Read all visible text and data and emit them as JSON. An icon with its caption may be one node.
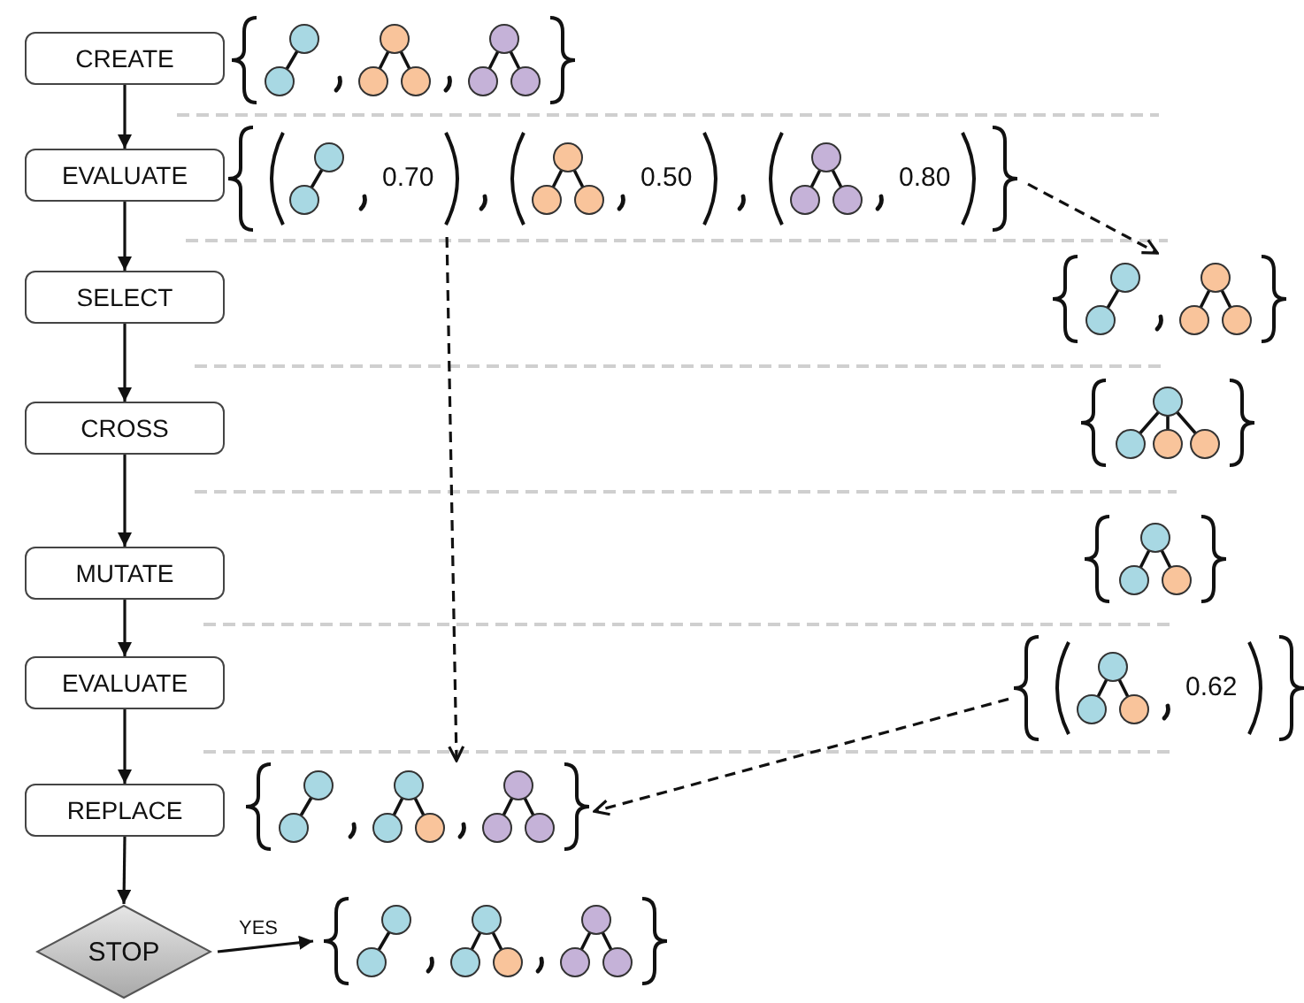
{
  "diagram": {
    "nodes": [
      {
        "text": [
          "CREATE"
        ]
      },
      {
        "text": [
          "EVALUATE"
        ]
      },
      {
        "text": [
          "SELECT"
        ]
      },
      {
        "text": [
          "CROSS"
        ]
      },
      {
        "text": [
          "MUTATE"
        ]
      },
      {
        "text": [
          "EVALUATE"
        ]
      },
      {
        "text": [
          "REPLACE"
        ]
      },
      {
        "text": [
          "STOP"
        ]
      },
      {
        "text": [],
        "shape": "tree"
      },
      {
        "text": [
          "0.70",
          "0.50",
          "0.80"
        ]
      },
      {
        "text": [],
        "shape": "tree"
      },
      {
        "text": [],
        "shape": "tree"
      },
      {
        "text": [],
        "shape": "tree"
      },
      {
        "text": [
          "0.62"
        ]
      },
      {
        "text": [],
        "shape": "tree"
      },
      {
        "text": [],
        "shape": "tree"
      }
    ],
    "edges": [
      {
        "from": 0,
        "to": 1,
        "arrow": "to"
      },
      {
        "from": 1,
        "to": 2,
        "arrow": "to"
      },
      {
        "from": 2,
        "to": 3,
        "arrow": "to"
      },
      {
        "from": 3,
        "to": 4,
        "arrow": "to"
      },
      {
        "from": 4,
        "to": 5,
        "arrow": "to"
      },
      {
        "from": 5,
        "to": 6,
        "arrow": "to"
      },
      {
        "from": 6,
        "to": 7,
        "arrow": "to"
      },
      {
        "from": 7,
        "to": 15,
        "arrow": "to",
        "label": "YES"
      },
      {
        "from": 9,
        "to": 10,
        "arrow": "to",
        "style": "dashed"
      },
      {
        "from": 9,
        "to": 14,
        "arrow": "to",
        "style": "dashed"
      },
      {
        "from": 13,
        "to": 14,
        "arrow": "to",
        "style": "dashed"
      }
    ]
  }
}
